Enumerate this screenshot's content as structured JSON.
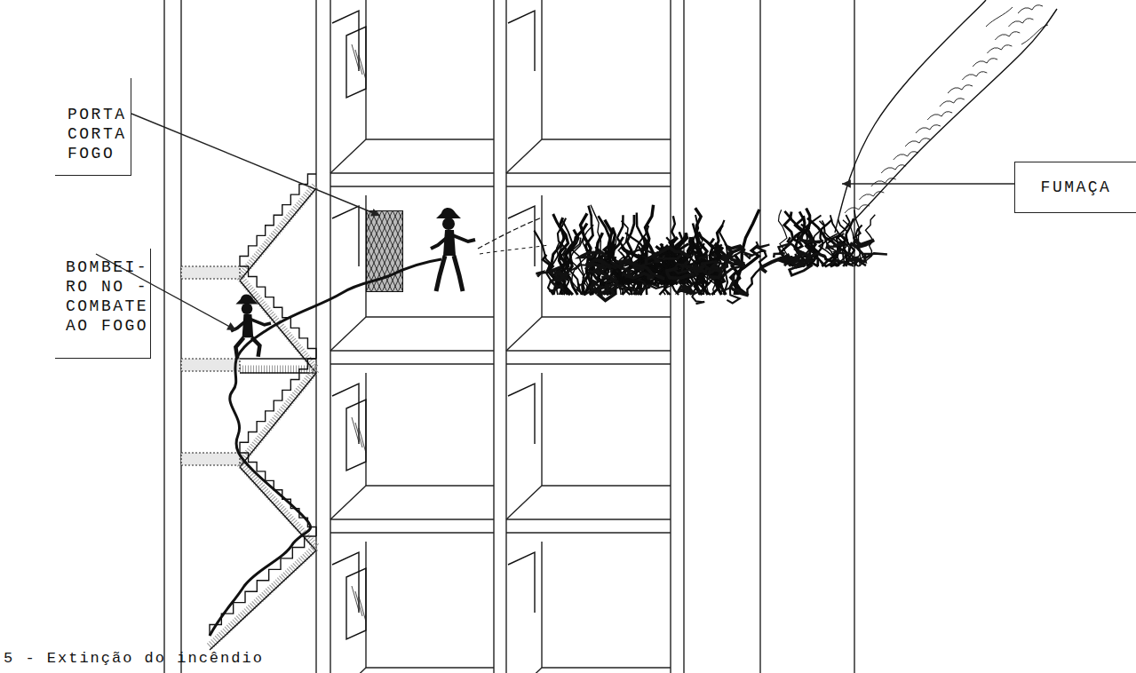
{
  "diagram": {
    "caption": "5 - Extinção do incêndio",
    "nodes": [
      {
        "text": [
          "PORTA CORTA FOGO"
        ]
      },
      {
        "text": [
          "BOMBEI- RO NO - COMBATE AO FOGO"
        ]
      },
      {
        "text": [
          "FUMAÇA"
        ]
      }
    ]
  }
}
